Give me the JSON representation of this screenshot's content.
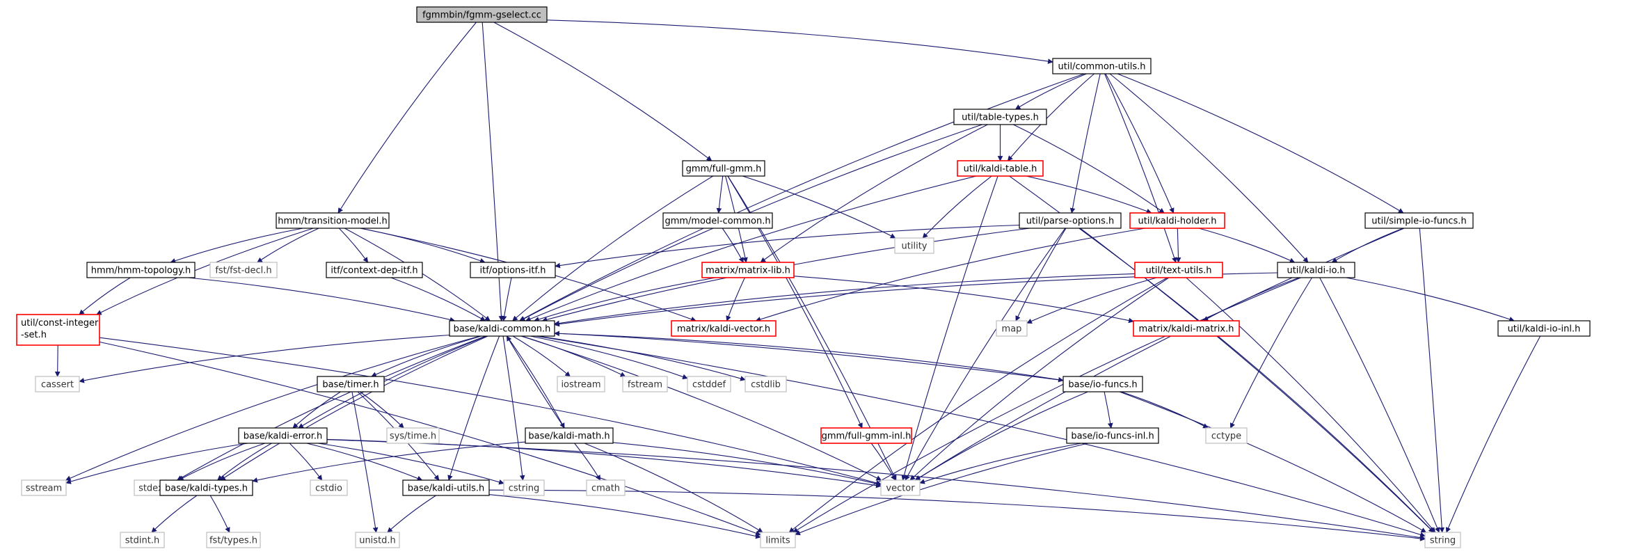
{
  "palette": {
    "edge": "#191970",
    "node_border_default": "#000000",
    "node_border_external": "#bfbfbf",
    "node_border_incomplete": "#ff0000",
    "root_fill": "#bfbfbf",
    "node_fill": "#ffffff"
  },
  "nodes": [
    {
      "id": "fgmm",
      "label": "fgmmbin/fgmm-gselect.cc",
      "kind": "root"
    },
    {
      "id": "common-utils",
      "label": "util/common-utils.h",
      "kind": "default"
    },
    {
      "id": "table-types",
      "label": "util/table-types.h",
      "kind": "default"
    },
    {
      "id": "full-gmm",
      "label": "gmm/full-gmm.h",
      "kind": "default"
    },
    {
      "id": "kaldi-table",
      "label": "util/kaldi-table.h",
      "kind": "incomplete"
    },
    {
      "id": "transition-model",
      "label": "hmm/transition-model.h",
      "kind": "default"
    },
    {
      "id": "model-common",
      "label": "gmm/model-common.h",
      "kind": "default"
    },
    {
      "id": "utility",
      "label": "utility",
      "kind": "external"
    },
    {
      "id": "parse-options",
      "label": "util/parse-options.h",
      "kind": "default"
    },
    {
      "id": "kaldi-holder",
      "label": "util/kaldi-holder.h",
      "kind": "incomplete"
    },
    {
      "id": "simple-io-funcs",
      "label": "util/simple-io-funcs.h",
      "kind": "default"
    },
    {
      "id": "hmm-topology",
      "label": "hmm/hmm-topology.h",
      "kind": "default"
    },
    {
      "id": "fst-decl",
      "label": "fst/fst-decl.h",
      "kind": "external"
    },
    {
      "id": "context-dep-itf",
      "label": "itf/context-dep-itf.h",
      "kind": "default"
    },
    {
      "id": "options-itf",
      "label": "itf/options-itf.h",
      "kind": "default"
    },
    {
      "id": "matrix-lib",
      "label": "matrix/matrix-lib.h",
      "kind": "incomplete"
    },
    {
      "id": "text-utils",
      "label": "util/text-utils.h",
      "kind": "incomplete"
    },
    {
      "id": "kaldi-io",
      "label": "util/kaldi-io.h",
      "kind": "default"
    },
    {
      "id": "const-integer-set",
      "label": "util/const-integer\n-set.h",
      "kind": "incomplete"
    },
    {
      "id": "kaldi-common",
      "label": "base/kaldi-common.h",
      "kind": "default"
    },
    {
      "id": "kaldi-vector",
      "label": "matrix/kaldi-vector.h",
      "kind": "incomplete"
    },
    {
      "id": "map",
      "label": "map",
      "kind": "external"
    },
    {
      "id": "kaldi-matrix",
      "label": "matrix/kaldi-matrix.h",
      "kind": "incomplete"
    },
    {
      "id": "kaldi-io-inl",
      "label": "util/kaldi-io-inl.h",
      "kind": "default"
    },
    {
      "id": "cassert",
      "label": "cassert",
      "kind": "external"
    },
    {
      "id": "timer",
      "label": "base/timer.h",
      "kind": "default"
    },
    {
      "id": "iostream",
      "label": "iostream",
      "kind": "external"
    },
    {
      "id": "fstream",
      "label": "fstream",
      "kind": "external"
    },
    {
      "id": "cstddef",
      "label": "cstddef",
      "kind": "external"
    },
    {
      "id": "cstdlib",
      "label": "cstdlib",
      "kind": "external"
    },
    {
      "id": "io-funcs",
      "label": "base/io-funcs.h",
      "kind": "default"
    },
    {
      "id": "sys-time",
      "label": "sys/time.h",
      "kind": "external"
    },
    {
      "id": "kaldi-error",
      "label": "base/kaldi-error.h",
      "kind": "default"
    },
    {
      "id": "kaldi-math",
      "label": "base/kaldi-math.h",
      "kind": "default"
    },
    {
      "id": "full-gmm-inl",
      "label": "gmm/full-gmm-inl.h",
      "kind": "incomplete"
    },
    {
      "id": "io-funcs-inl",
      "label": "base/io-funcs-inl.h",
      "kind": "default"
    },
    {
      "id": "cctype",
      "label": "cctype",
      "kind": "external"
    },
    {
      "id": "sstream",
      "label": "sstream",
      "kind": "external"
    },
    {
      "id": "stdexcept",
      "label": "stdexcept",
      "kind": "external"
    },
    {
      "id": "kaldi-types",
      "label": "base/kaldi-types.h",
      "kind": "default"
    },
    {
      "id": "cstdio",
      "label": "cstdio",
      "kind": "external"
    },
    {
      "id": "kaldi-utils",
      "label": "base/kaldi-utils.h",
      "kind": "default"
    },
    {
      "id": "cstring",
      "label": "cstring",
      "kind": "external"
    },
    {
      "id": "cmath",
      "label": "cmath",
      "kind": "external"
    },
    {
      "id": "vector",
      "label": "vector",
      "kind": "external"
    },
    {
      "id": "stdint",
      "label": "stdint.h",
      "kind": "external"
    },
    {
      "id": "fst-types",
      "label": "fst/types.h",
      "kind": "external"
    },
    {
      "id": "unistd",
      "label": "unistd.h",
      "kind": "external"
    },
    {
      "id": "limits",
      "label": "limits",
      "kind": "external"
    },
    {
      "id": "string",
      "label": "string",
      "kind": "external"
    }
  ],
  "edges": [
    [
      "fgmm",
      "common-utils"
    ],
    [
      "fgmm",
      "full-gmm"
    ],
    [
      "fgmm",
      "transition-model"
    ],
    [
      "fgmm",
      "kaldi-common"
    ],
    [
      "common-utils",
      "table-types"
    ],
    [
      "common-utils",
      "kaldi-table"
    ],
    [
      "common-utils",
      "parse-options"
    ],
    [
      "common-utils",
      "kaldi-holder"
    ],
    [
      "common-utils",
      "simple-io-funcs"
    ],
    [
      "common-utils",
      "text-utils"
    ],
    [
      "common-utils",
      "kaldi-io"
    ],
    [
      "common-utils",
      "kaldi-common"
    ],
    [
      "table-types",
      "kaldi-table"
    ],
    [
      "table-types",
      "kaldi-holder"
    ],
    [
      "table-types",
      "matrix-lib"
    ],
    [
      "table-types",
      "kaldi-common"
    ],
    [
      "full-gmm",
      "model-common"
    ],
    [
      "full-gmm",
      "matrix-lib"
    ],
    [
      "full-gmm",
      "utility"
    ],
    [
      "full-gmm",
      "full-gmm-inl"
    ],
    [
      "full-gmm",
      "kaldi-common"
    ],
    [
      "full-gmm",
      "vector"
    ],
    [
      "kaldi-table",
      "utility"
    ],
    [
      "kaldi-table",
      "kaldi-holder"
    ],
    [
      "kaldi-table",
      "kaldi-common"
    ],
    [
      "kaldi-table",
      "vector"
    ],
    [
      "kaldi-table",
      "string"
    ],
    [
      "transition-model",
      "hmm-topology"
    ],
    [
      "transition-model",
      "fst-decl"
    ],
    [
      "transition-model",
      "context-dep-itf"
    ],
    [
      "transition-model",
      "options-itf"
    ],
    [
      "transition-model",
      "kaldi-vector"
    ],
    [
      "transition-model",
      "const-integer-set"
    ],
    [
      "transition-model",
      "kaldi-common"
    ],
    [
      "model-common",
      "matrix-lib"
    ],
    [
      "parse-options",
      "options-itf"
    ],
    [
      "parse-options",
      "kaldi-common"
    ],
    [
      "parse-options",
      "map"
    ],
    [
      "parse-options",
      "vector"
    ],
    [
      "parse-options",
      "string"
    ],
    [
      "kaldi-holder",
      "text-utils"
    ],
    [
      "kaldi-holder",
      "kaldi-io"
    ],
    [
      "kaldi-holder",
      "kaldi-vector"
    ],
    [
      "simple-io-funcs",
      "kaldi-io"
    ],
    [
      "simple-io-funcs",
      "vector"
    ],
    [
      "simple-io-funcs",
      "string"
    ],
    [
      "hmm-topology",
      "kaldi-common"
    ],
    [
      "hmm-topology",
      "const-integer-set"
    ],
    [
      "context-dep-itf",
      "kaldi-common"
    ],
    [
      "options-itf",
      "kaldi-common"
    ],
    [
      "matrix-lib",
      "kaldi-vector"
    ],
    [
      "matrix-lib",
      "kaldi-matrix"
    ],
    [
      "matrix-lib",
      "kaldi-common"
    ],
    [
      "text-utils",
      "kaldi-common"
    ],
    [
      "text-utils",
      "map"
    ],
    [
      "text-utils",
      "vector"
    ],
    [
      "text-utils",
      "limits"
    ],
    [
      "text-utils",
      "string"
    ],
    [
      "kaldi-io",
      "kaldi-common"
    ],
    [
      "kaldi-io",
      "kaldi-matrix"
    ],
    [
      "kaldi-io",
      "kaldi-io-inl"
    ],
    [
      "kaldi-io",
      "cctype"
    ],
    [
      "kaldi-io",
      "limits"
    ],
    [
      "kaldi-io",
      "string"
    ],
    [
      "kaldi-io-inl",
      "string"
    ],
    [
      "const-integer-set",
      "cassert"
    ],
    [
      "const-integer-set",
      "vector"
    ],
    [
      "const-integer-set",
      "limits"
    ],
    [
      "kaldi-common",
      "cassert"
    ],
    [
      "kaldi-common",
      "timer"
    ],
    [
      "kaldi-common",
      "iostream"
    ],
    [
      "kaldi-common",
      "fstream"
    ],
    [
      "kaldi-common",
      "cstddef"
    ],
    [
      "kaldi-common",
      "cstdlib"
    ],
    [
      "kaldi-common",
      "io-funcs"
    ],
    [
      "kaldi-common",
      "kaldi-error"
    ],
    [
      "kaldi-common",
      "kaldi-math"
    ],
    [
      "kaldi-common",
      "sstream"
    ],
    [
      "kaldi-common",
      "stdexcept"
    ],
    [
      "kaldi-common",
      "kaldi-types"
    ],
    [
      "kaldi-common",
      "kaldi-utils"
    ],
    [
      "kaldi-common",
      "cstring"
    ],
    [
      "kaldi-common",
      "vector"
    ],
    [
      "kaldi-common",
      "string"
    ],
    [
      "timer",
      "sys-time"
    ],
    [
      "timer",
      "kaldi-error"
    ],
    [
      "timer",
      "kaldi-utils"
    ],
    [
      "timer",
      "unistd"
    ],
    [
      "io-funcs",
      "io-funcs-inl"
    ],
    [
      "io-funcs",
      "cctype"
    ],
    [
      "io-funcs",
      "kaldi-common"
    ],
    [
      "io-funcs",
      "vector"
    ],
    [
      "io-funcs",
      "string"
    ],
    [
      "kaldi-error",
      "sstream"
    ],
    [
      "kaldi-error",
      "stdexcept"
    ],
    [
      "kaldi-error",
      "kaldi-types"
    ],
    [
      "kaldi-error",
      "cstdio"
    ],
    [
      "kaldi-error",
      "kaldi-utils"
    ],
    [
      "kaldi-error",
      "cstring"
    ],
    [
      "kaldi-error",
      "vector"
    ],
    [
      "kaldi-error",
      "string"
    ],
    [
      "kaldi-math",
      "kaldi-common"
    ],
    [
      "kaldi-math",
      "kaldi-types"
    ],
    [
      "kaldi-math",
      "cmath"
    ],
    [
      "kaldi-math",
      "limits"
    ],
    [
      "kaldi-math",
      "vector"
    ],
    [
      "full-gmm-inl",
      "vector"
    ],
    [
      "io-funcs-inl",
      "vector"
    ],
    [
      "io-funcs-inl",
      "limits"
    ],
    [
      "kaldi-types",
      "stdint"
    ],
    [
      "kaldi-types",
      "fst-types"
    ],
    [
      "kaldi-utils",
      "unistd"
    ],
    [
      "kaldi-utils",
      "limits"
    ],
    [
      "kaldi-utils",
      "string"
    ]
  ]
}
